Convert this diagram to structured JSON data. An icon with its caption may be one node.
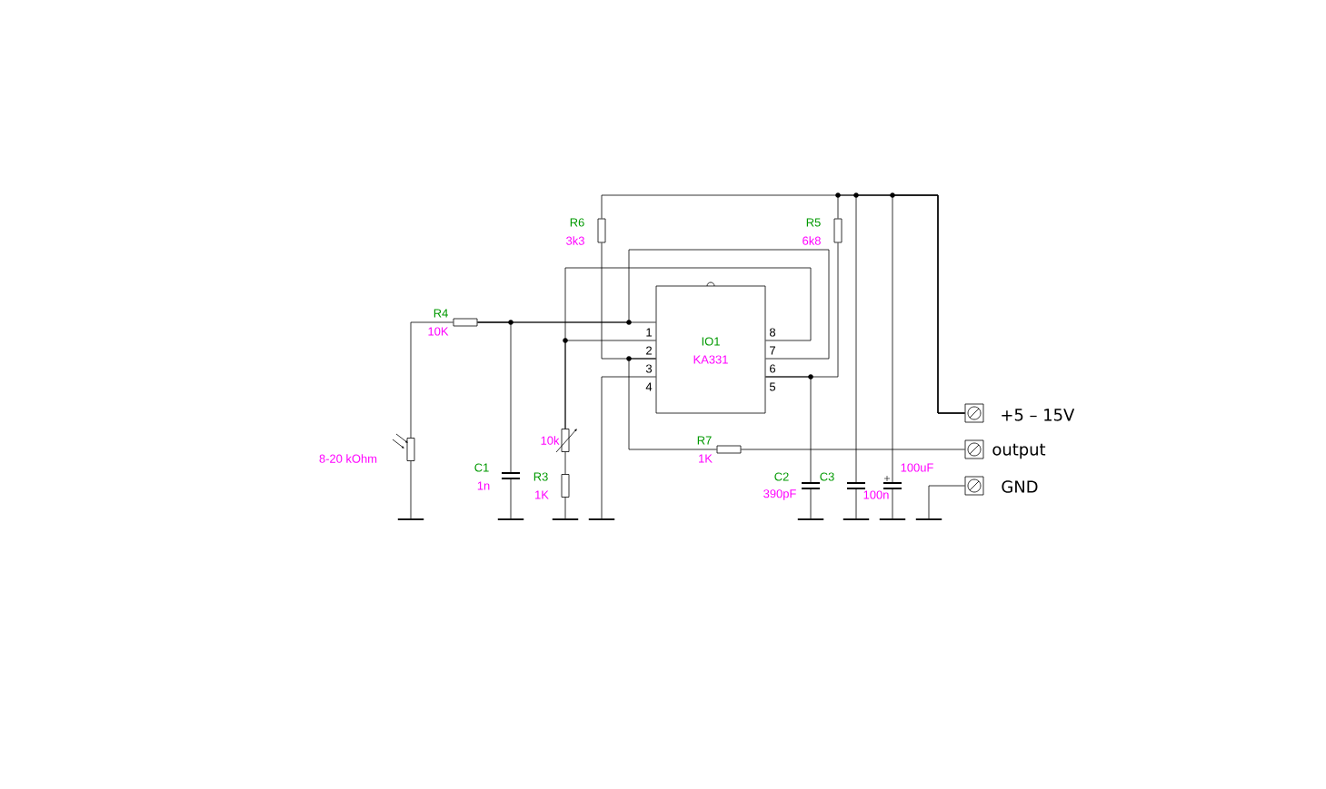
{
  "diagram": {
    "nodes": [
      {
        "text": [
          "IO1",
          "KA331"
        ]
      },
      {
        "text": [],
        "shape": "box",
        "beside": [
          "R6",
          "3k3"
        ]
      },
      {
        "text": [],
        "shape": "box",
        "beside": [
          "R5",
          "6k8"
        ]
      },
      {
        "text": [],
        "shape": "box",
        "beside": [
          "R4",
          "10K"
        ]
      },
      {
        "text": [],
        "shape": "box",
        "beside": [
          "8-20 kOhm"
        ]
      },
      {
        "text": [],
        "shape": "capacitor",
        "beside": [
          "C1",
          "1n"
        ]
      },
      {
        "text": [],
        "shape": "box",
        "beside": [
          "10k"
        ]
      },
      {
        "text": [],
        "shape": "box",
        "beside": [
          "R3",
          "1K"
        ]
      },
      {
        "text": [],
        "shape": "box",
        "beside": [
          "R7",
          "1K"
        ]
      },
      {
        "text": [],
        "shape": "capacitor",
        "beside": [
          "C2",
          "390pF"
        ]
      },
      {
        "text": [],
        "shape": "capacitor",
        "beside": [
          "100n"
        ]
      },
      {
        "text": [],
        "shape": "capacitor",
        "beside": [
          "100uF"
        ]
      },
      {
        "text": [],
        "shape": "box",
        "beside": [
          "+5 – 15V"
        ]
      },
      {
        "text": [],
        "shape": "box",
        "beside": [
          "output"
        ]
      },
      {
        "text": [],
        "shape": "box",
        "beside": [
          "GND"
        ]
      },
      {
        "text": [],
        "shape": "bar"
      },
      {
        "text": [],
        "shape": "bar"
      },
      {
        "text": [],
        "shape": "bar"
      },
      {
        "text": [],
        "shape": "bar"
      },
      {
        "text": [],
        "shape": "bar"
      },
      {
        "text": [],
        "shape": "bar"
      },
      {
        "text": [],
        "shape": "bar"
      },
      {
        "text": [],
        "shape": "bar"
      }
    ],
    "edges": [
      {
        "from": 1,
        "to": 12,
        "arrow": "none"
      },
      {
        "from": 2,
        "to": 12,
        "arrow": "none"
      },
      {
        "from": 10,
        "to": 12,
        "arrow": "none"
      },
      {
        "from": 11,
        "to": 12,
        "arrow": "none"
      },
      {
        "from": 1,
        "to": 0,
        "arrow": "none"
      },
      {
        "from": 2,
        "to": 0,
        "arrow": "none"
      },
      {
        "from": 9,
        "to": 0,
        "arrow": "none"
      },
      {
        "from": 0,
        "to": 6,
        "arrow": "none"
      },
      {
        "from": 0,
        "to": 6,
        "arrow": "none"
      },
      {
        "from": 0,
        "to": 3,
        "arrow": "none"
      },
      {
        "from": 3,
        "to": 0,
        "arrow": "none"
      },
      {
        "from": 5,
        "to": 3,
        "arrow": "none"
      },
      {
        "from": 4,
        "to": 3,
        "arrow": "none"
      },
      {
        "from": 0,
        "to": 8,
        "arrow": "none"
      },
      {
        "from": 8,
        "to": 13,
        "arrow": "none"
      },
      {
        "from": 0,
        "to": 18,
        "arrow": "none"
      },
      {
        "from": 14,
        "to": 22,
        "arrow": "none"
      },
      {
        "from": 6,
        "to": 7,
        "arrow": "none"
      },
      {
        "from": 4,
        "to": 15,
        "arrow": "none"
      },
      {
        "from": 5,
        "to": 16,
        "arrow": "none"
      },
      {
        "from": 7,
        "to": 17,
        "arrow": "none"
      },
      {
        "from": 9,
        "to": 19,
        "arrow": "none"
      },
      {
        "from": 10,
        "to": 20,
        "arrow": "none"
      },
      {
        "from": 11,
        "to": 21,
        "arrow": "none"
      }
    ],
    "labels": [
      "1",
      "2",
      "3",
      "4",
      "8",
      "7",
      "6",
      "5",
      "C3"
    ]
  }
}
